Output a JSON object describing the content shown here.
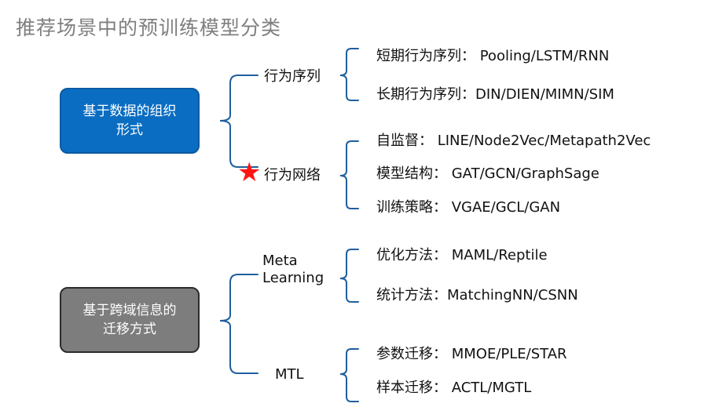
{
  "title": "推荐场景中的预训练模型分类",
  "colors": {
    "blue_box": "#0a6dc2",
    "gray_box": "#7d7d7d",
    "star": "#ff1414",
    "bracket": "#1f5f9e"
  },
  "groups": [
    {
      "label_lines": [
        "基于数据的组织",
        "形式"
      ],
      "children": [
        {
          "label": "行为序列",
          "items": [
            "短期行为序列： Pooling/LSTM/RNN",
            "长期行为序列：DIN/DIEN/MIMN/SIM"
          ]
        },
        {
          "label": "行为网络",
          "marker": "star-icon",
          "items": [
            "自监督： LINE/Node2Vec/Metapath2Vec",
            "模型结构： GAT/GCN/GraphSage",
            "训练策略： VGAE/GCL/GAN"
          ]
        }
      ]
    },
    {
      "label_lines": [
        "基于跨域信息的",
        "迁移方式"
      ],
      "children": [
        {
          "label_lines": [
            "Meta",
            "Learning"
          ],
          "items": [
            "优化方法： MAML/Reptile",
            "统计方法：MatchingNN/CSNN"
          ]
        },
        {
          "label": "MTL",
          "items": [
            "参数迁移： MMOE/PLE/STAR",
            "样本迁移： ACTL/MGTL"
          ]
        }
      ]
    }
  ]
}
